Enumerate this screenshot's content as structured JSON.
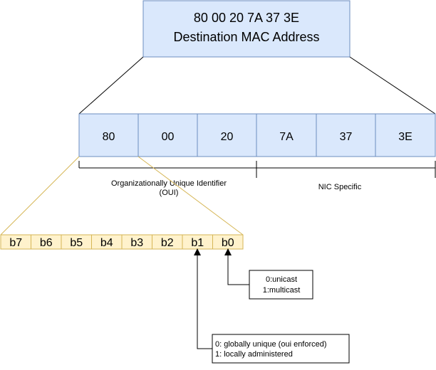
{
  "header": {
    "address": "80 00 20 7A 37 3E",
    "label": "Destination MAC Address"
  },
  "octets": [
    "80",
    "00",
    "20",
    "7A",
    "37",
    "3E"
  ],
  "groups": {
    "oui_line1": "Organizationally Unique Identifier",
    "oui_line2": "(OUI)",
    "nic": "NIC Specific"
  },
  "bits": [
    "b7",
    "b6",
    "b5",
    "b4",
    "b3",
    "b2",
    "b1",
    "b0"
  ],
  "notes": {
    "b0_line1": "0:unicast",
    "b0_line2": "1:multicast",
    "b1_line1": "0: globally unique (oui enforced)",
    "b1_line2": "1: locally administered"
  },
  "colors": {
    "box_fill": "#dae8fc",
    "box_stroke": "#6c8ebf",
    "bit_fill": "#fff2cc",
    "bit_stroke": "#d6b656",
    "zoom_line": "#d6b656"
  }
}
